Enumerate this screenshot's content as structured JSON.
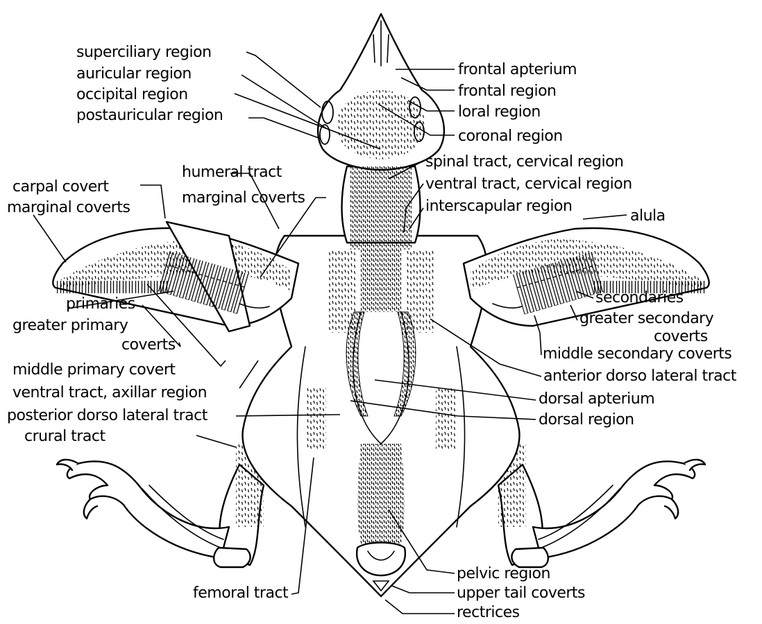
{
  "diagram": {
    "labels_left": {
      "superciliary": "superciliary region",
      "auricular": "auricular region",
      "occipital": "occipital region",
      "postauricular": "postauricular region",
      "humeral": "humeral tract",
      "marginal_right": "marginal coverts",
      "carpal": "carpal covert",
      "marginal_left": "marginal coverts",
      "primaries": "primaries",
      "greater_primary": "greater primary",
      "greater_primary_2": "coverts",
      "middle_primary": "middle primary covert",
      "ventral_axillar": "ventral tract, axillar region",
      "posterior_dorso": "posterior dorso lateral tract",
      "crural": "crural tract",
      "femoral": "femoral tract"
    },
    "labels_right": {
      "frontal_apterium": "frontal apterium",
      "frontal_region": "frontal region",
      "loral": "loral region",
      "coronal": "coronal region",
      "spinal": "spinal tract, cervical region",
      "ventral_cervical": "ventral tract, cervical region",
      "interscapular": "interscapular region",
      "alula": "alula",
      "secondaries": "secondaries",
      "greater_secondary": "greater secondary",
      "greater_secondary_2": "coverts",
      "middle_secondary": "middle secondary coverts",
      "anterior_dorso": "anterior dorso lateral tract",
      "dorsal_apterium": "dorsal apterium",
      "dorsal_region": "dorsal region",
      "pelvic": "pelvic region",
      "upper_tail": "upper tail coverts",
      "rectrices": "rectrices"
    }
  }
}
